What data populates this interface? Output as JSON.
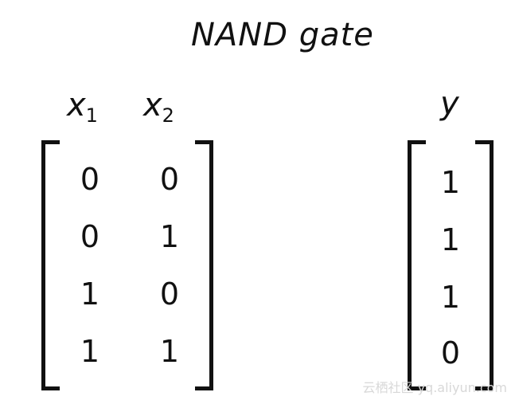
{
  "title": "NAND gate",
  "input_labels": [
    {
      "var": "x",
      "sub": "1"
    },
    {
      "var": "x",
      "sub": "2"
    }
  ],
  "output_label": "y",
  "matrix": {
    "rows": [
      [
        "0",
        "0"
      ],
      [
        "0",
        "1"
      ],
      [
        "1",
        "0"
      ],
      [
        "1",
        "1"
      ]
    ]
  },
  "outputs": [
    "1",
    "1",
    "1",
    "0"
  ],
  "watermark": "云栖社区 yq.aliyun.com"
}
